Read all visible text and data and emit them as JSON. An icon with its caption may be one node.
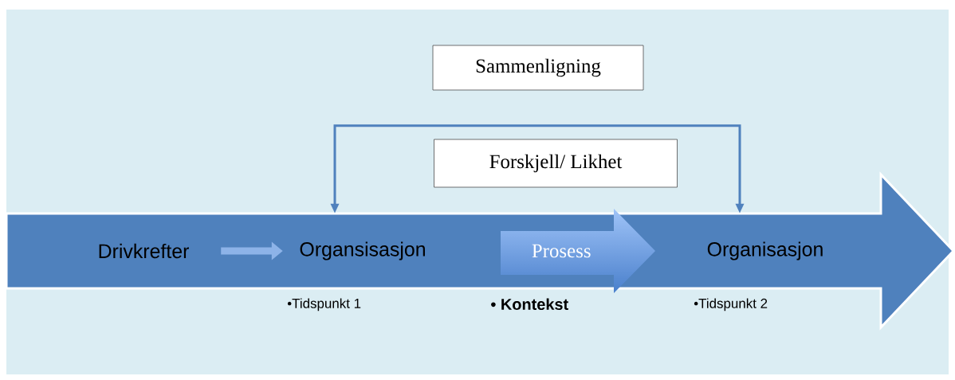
{
  "diagram": {
    "nodes": [
      {
        "text": [
          "Sammenligning"
        ]
      },
      {
        "text": [
          "Forskjell/ Likhet"
        ]
      },
      {
        "text": [],
        "shape": "arrow"
      },
      {
        "text": [
          "Drivkrefter"
        ],
        "in": 2
      },
      {
        "text": [
          "Organsisasjon"
        ],
        "in": 2,
        "beside": [
          "•Tidspunkt 1"
        ]
      },
      {
        "text": [
          "Prosess"
        ],
        "in": 2,
        "beside": [
          "• Kontekst"
        ]
      },
      {
        "text": [
          "Organisasjon"
        ],
        "in": 2,
        "beside": [
          "•Tidspunkt 2"
        ]
      }
    ],
    "edges": [
      {
        "from": 3,
        "to": 4,
        "arrow": "to",
        "style": "thick",
        "color": "#8db3e8"
      },
      {
        "from": 4,
        "to": 6,
        "arrow": "both"
      }
    ]
  }
}
